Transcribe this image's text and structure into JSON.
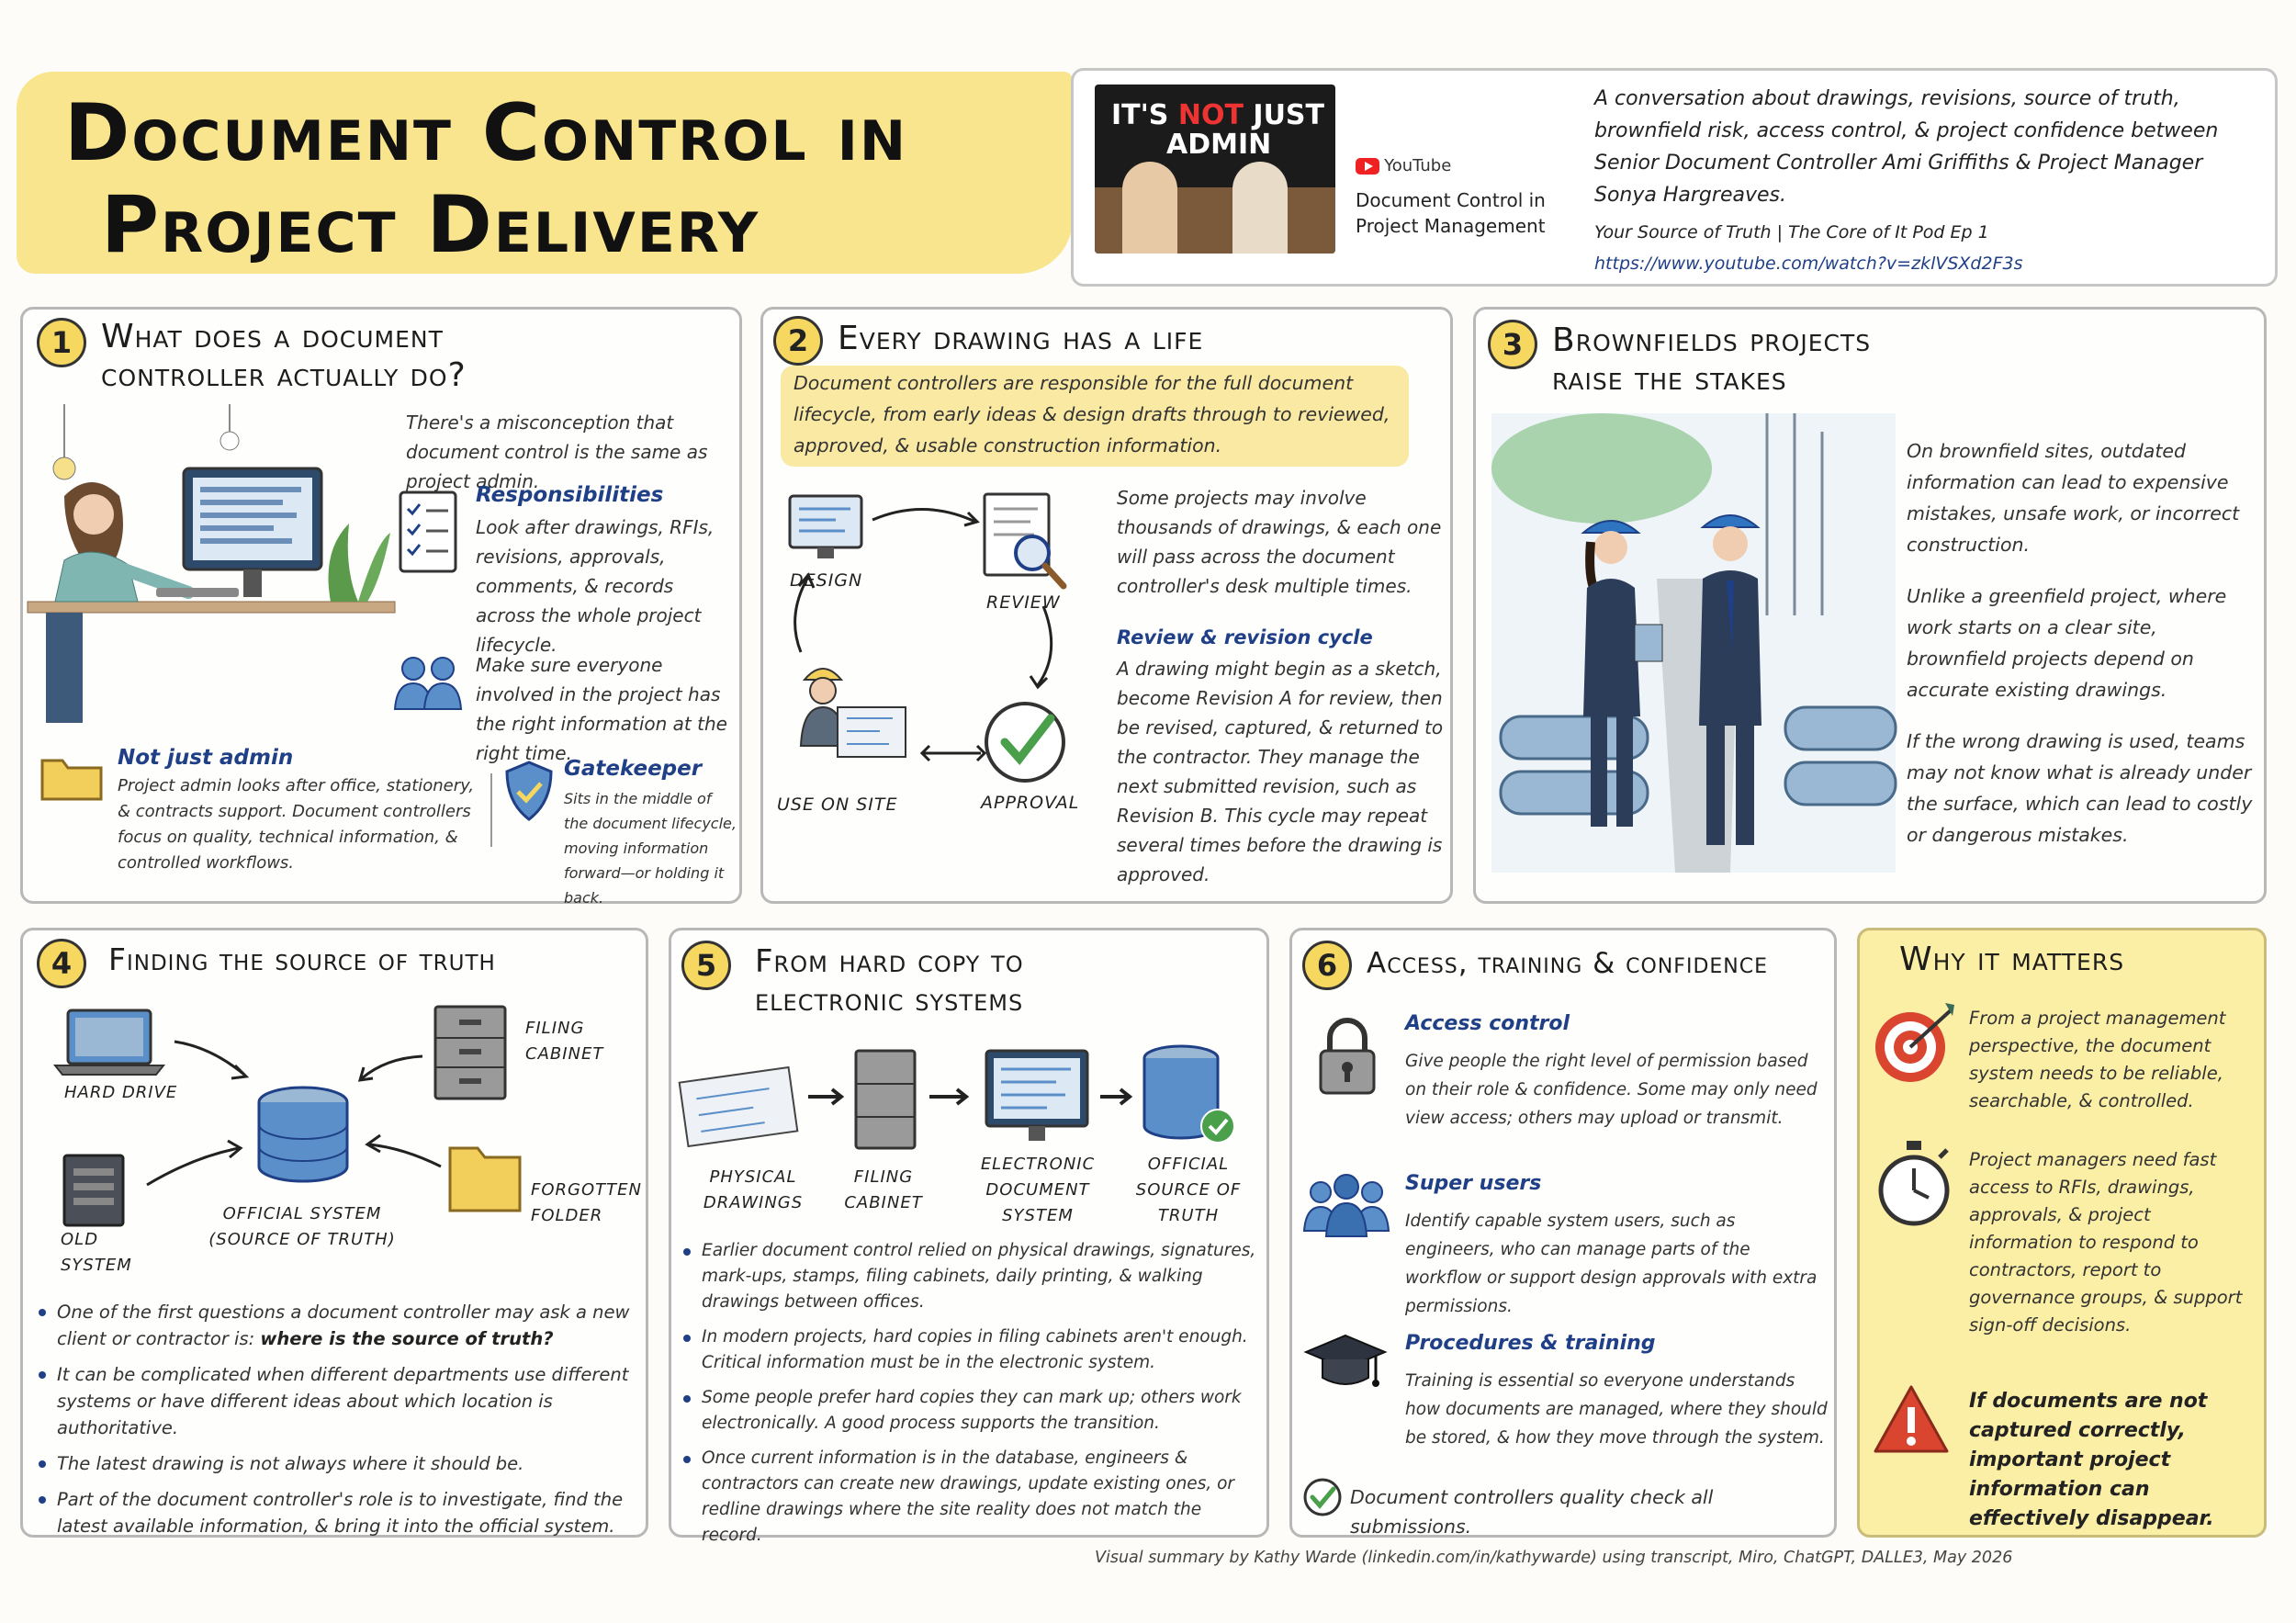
{
  "header": {
    "title_line1": "Document Control in",
    "title_line2": "Project Delivery",
    "thumbnail_text_1": "IT'S",
    "thumbnail_text_2": "NOT",
    "thumbnail_text_3": "JUST",
    "thumbnail_text_4": "ADMIN",
    "youtube_label": "YouTube",
    "video_title": "Document Control in Project Management",
    "description": "A conversation about drawings, revisions, source of truth, brownfield risk, access control, & project confidence between Senior Document Controller Ami Griffiths & Project Manager Sonya Hargreaves.",
    "episode": "Your Source of Truth | The Core of It Pod Ep 1",
    "url": "https://www.youtube.com/watch?v=zklVSXd2F3s"
  },
  "panel1": {
    "number": "1",
    "title_line1": "What does a document",
    "title_line2": "controller actually do?",
    "intro": "There's a misconception that document control is the same as project admin.",
    "responsibilities_heading": "Responsibilities",
    "responsibilities_text": "Look after drawings, RFIs, revisions, approvals, comments, & records across the whole project lifecycle.",
    "right_info_text": "Make sure everyone involved in the project has the right information at the right time.",
    "not_admin_heading": "Not just admin",
    "not_admin_text": "Project admin looks after office, stationery, & contracts support. Document controllers focus on quality, technical information, & controlled workflows.",
    "gatekeeper_heading": "Gatekeeper",
    "gatekeeper_text": "Sits in the middle of the document lifecycle, moving information forward—or holding it back."
  },
  "panel2": {
    "number": "2",
    "title": "Every drawing has a life",
    "highlight": "Document controllers are responsible for the full document lifecycle, from early ideas & design drafts through to reviewed, approved, & usable construction information.",
    "cycle_labels": [
      "DESIGN",
      "REVIEW",
      "APPROVAL",
      "USE ON SITE"
    ],
    "thousands_text": "Some projects may involve thousands of drawings, & each one will pass across the document controller's desk multiple times.",
    "cycle_heading": "Review & revision cycle",
    "cycle_text": "A drawing might begin as a sketch, become Revision A for review, then be revised, captured, & returned to the contractor. They manage the next submitted revision, such as Revision B. This cycle may repeat several times before the drawing is approved."
  },
  "panel3": {
    "number": "3",
    "title_line1": "Brownfields projects",
    "title_line2": "raise the stakes",
    "para1": "On brownfield sites, outdated information can lead to expensive mistakes, unsafe work, or incorrect construction.",
    "para2": "Unlike a greenfield project, where work starts on a clear site, brownfield projects depend on accurate existing drawings.",
    "para3": "If the wrong drawing is used, teams may not know what is already under the surface, which can lead to costly or dangerous mistakes."
  },
  "panel4": {
    "number": "4",
    "title": "Finding the source of truth",
    "labels": {
      "hard_drive": "HARD DRIVE",
      "filing_cabinet": "FILING CABINET",
      "old_system": "OLD SYSTEM",
      "forgotten_folder": "FORGOTTEN FOLDER",
      "official_system": "OFFICIAL SYSTEM (SOURCE OF TRUTH)"
    },
    "bullet1_pre": "One of the first questions a document controller may ask a new client or contractor is: ",
    "bullet1_bold": "where is the source of truth?",
    "bullets": [
      "It can be complicated when different departments use different systems or have different ideas about which location is authoritative.",
      "The latest drawing is not always where it should be.",
      "Part of the document controller's role is to investigate, find the latest available information, & bring it into the official system."
    ]
  },
  "panel5": {
    "number": "5",
    "title_line1": "From hard copy to",
    "title_line2": "electronic systems",
    "flow_labels": [
      "PHYSICAL DRAWINGS",
      "FILING CABINET",
      "ELECTRONIC DOCUMENT SYSTEM",
      "OFFICIAL SOURCE OF TRUTH"
    ],
    "bullets": [
      "Earlier document control relied on physical drawings, signatures, mark-ups, stamps, filing cabinets, daily printing, & walking drawings between offices.",
      "In modern projects, hard copies in filing cabinets aren't enough. Critical information must be in the electronic system.",
      "Some people prefer hard copies they can mark up; others work electronically. A good process supports the transition.",
      "Once current information is in the database, engineers & contractors can create new drawings, update existing ones, or redline drawings where the site reality does not match the record."
    ]
  },
  "panel6": {
    "number": "6",
    "title": "Access, training & confidence",
    "access_heading": "Access control",
    "access_text": "Give people the right level of permission based on their role & confidence. Some may only need view access; others may upload or transmit.",
    "super_heading": "Super users",
    "super_text": "Identify capable system users, such as engineers, who can manage parts of the workflow or support design approvals with extra permissions.",
    "training_heading": "Procedures & training",
    "training_text": "Training is essential so everyone understands how documents are managed, where they should be stored, & how they move through the system.",
    "quality_check": "Document controllers quality check all submissions."
  },
  "panel7": {
    "title": "Why it matters",
    "item1": "From a project management perspective, the document system needs to be reliable, searchable, & controlled.",
    "item2": "Project managers need fast access to RFIs, drawings, approvals, & project information to respond to contractors, report to governance groups, & support sign-off decisions.",
    "item3": "If documents are not captured correctly, important project information can effectively disappear."
  },
  "footer": {
    "credit": "Visual summary by Kathy Warde (linkedin.com/in/kathywarde) using transcript, Miro, ChatGPT, DALLE3, May 2026"
  },
  "colors": {
    "accent_yellow": "#f6d860",
    "heading_blue": "#1f3f86",
    "icon_blue": "#5a8fc9",
    "check_green": "#4aa04a",
    "warning_red": "#d9452f"
  }
}
